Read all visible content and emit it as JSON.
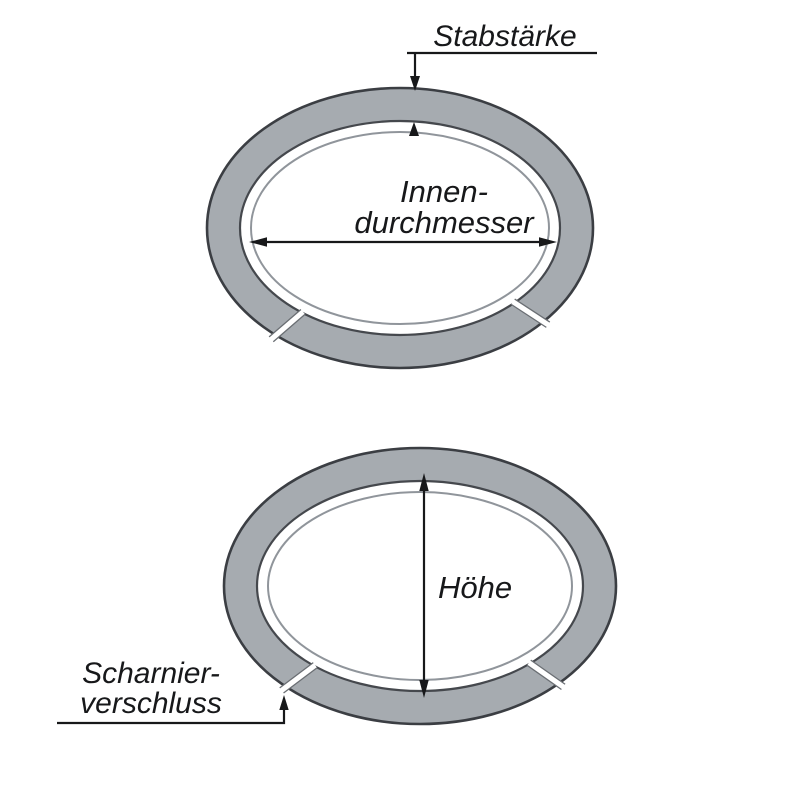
{
  "labels": {
    "stabstaerke": "Stabstärke",
    "innen_line1": "Innen-",
    "innen_line2": "durchmesser",
    "hoehe": "Höhe",
    "scharnier_line1": "Scharnier-",
    "scharnier_line2": "verschluss"
  },
  "colors": {
    "band": "#a6abb0",
    "outline": "#3b3e43",
    "inner_line": "#90959b",
    "annotation": "#17181a",
    "background": "#ffffff"
  }
}
